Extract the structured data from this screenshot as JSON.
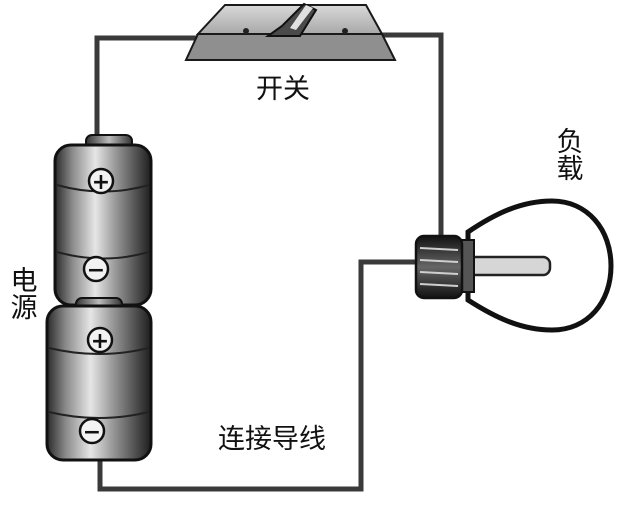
{
  "labels": {
    "switch": "开关",
    "power_source": "电源",
    "load": "负载",
    "wire": "连接导线"
  },
  "symbols": {
    "positive": "+",
    "negative": "−"
  },
  "colors": {
    "wire": "#3a3a3a",
    "outline": "#1a1a1a",
    "switch_plate": "#bdbdbd",
    "battery_body": "#9a9a9a",
    "bulb_glass": "#ffffff"
  },
  "icons": {
    "switch": "toggle-switch-icon",
    "battery": "battery-icon",
    "bulb": "light-bulb-icon"
  }
}
